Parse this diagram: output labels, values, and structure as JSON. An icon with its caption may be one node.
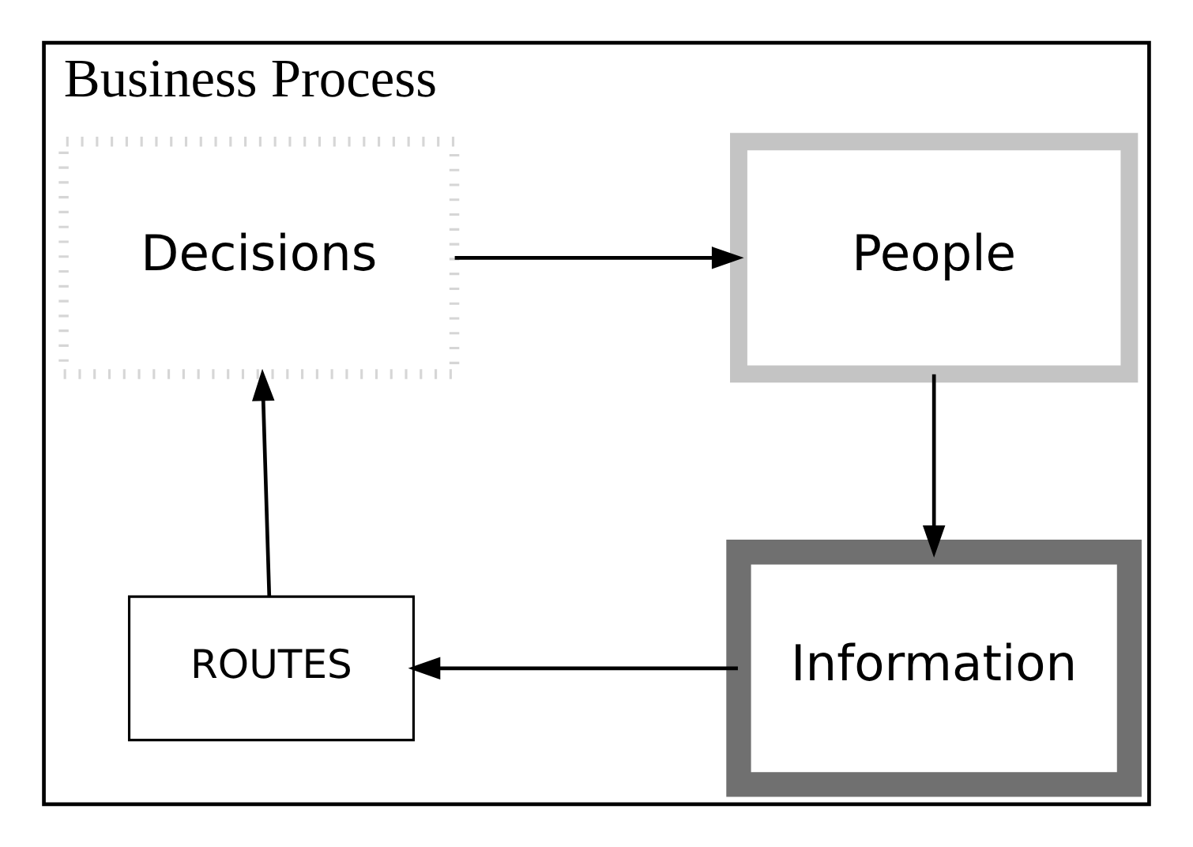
{
  "diagram": {
    "nodes": [
      {
        "text": [
          "Business Process"
        ]
      },
      {
        "text": [
          "People"
        ],
        "in": 0
      },
      {
        "text": [
          "Decisions"
        ],
        "in": 0
      },
      {
        "text": [
          "Information"
        ],
        "in": 0
      },
      {
        "text": [
          "ROUTES"
        ],
        "in": 0
      }
    ],
    "edges": [
      {
        "from": 2,
        "to": 1,
        "arrow": "to"
      },
      {
        "from": 1,
        "to": 3,
        "arrow": "to"
      },
      {
        "from": 3,
        "to": 4,
        "arrow": "to"
      },
      {
        "from": 4,
        "to": 2,
        "arrow": "to"
      }
    ]
  }
}
